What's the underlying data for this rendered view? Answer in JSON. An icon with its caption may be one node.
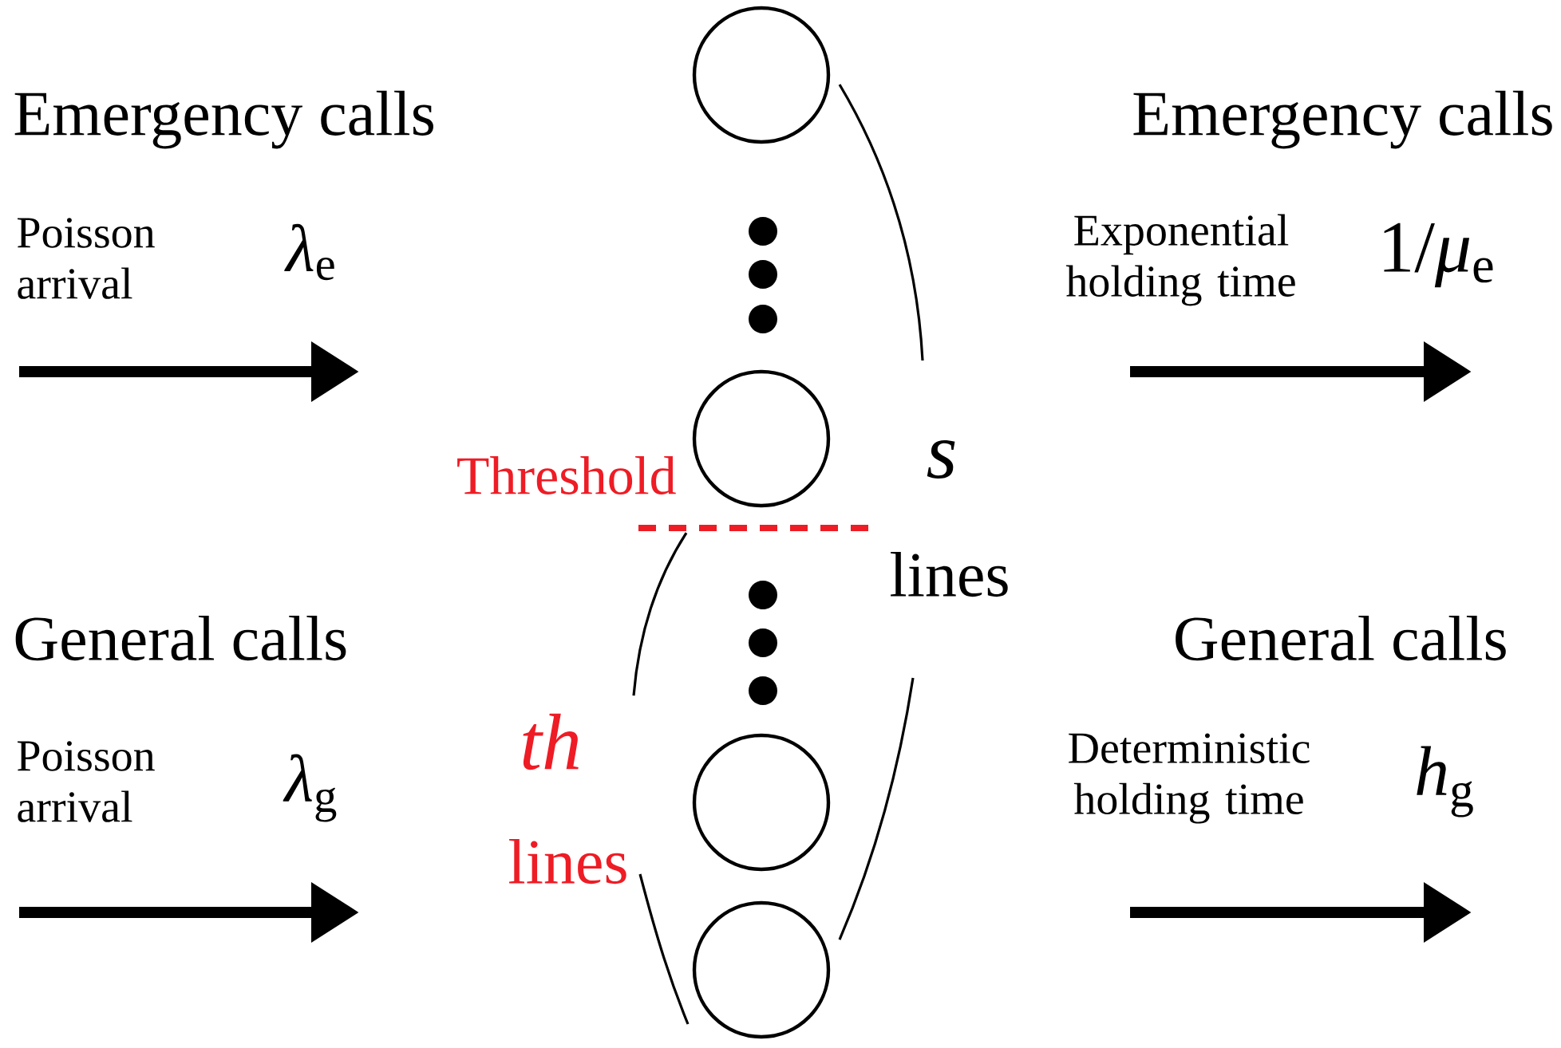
{
  "diagram": {
    "nodes": [
      {
        "text": [],
        "shape": "circle"
      },
      {
        "text": [],
        "shape": "circle"
      },
      {
        "text": [],
        "shape": "circle"
      },
      {
        "text": [],
        "shape": "circle"
      }
    ],
    "labels": [
      "Emergency calls",
      "Poisson arrival",
      "*λ*$_{e}$",
      "Emergency calls",
      "Exponential holding time",
      "1/*μ*$_{e}$",
      "Threshold",
      "s",
      "lines",
      "General calls",
      "Poisson arrival",
      "*λ*$_{g}$",
      "th",
      "lines",
      "General calls",
      "Deterministic holding time",
      "*h*$_{g}$"
    ]
  }
}
